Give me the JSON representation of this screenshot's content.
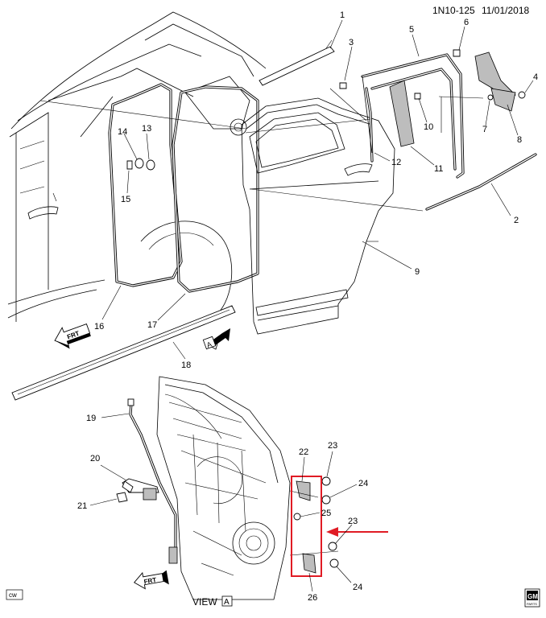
{
  "header": {
    "code": "1N10-125",
    "date": "11/01/2018"
  },
  "callouts": [
    "1",
    "2",
    "3",
    "4",
    "5",
    "6",
    "7",
    "8",
    "9",
    "10",
    "11",
    "12",
    "13",
    "14",
    "15",
    "16",
    "17",
    "18",
    "19",
    "20",
    "21",
    "22",
    "23",
    "23",
    "24",
    "24",
    "25",
    "26"
  ],
  "view_label": {
    "prefix": "VIEW",
    "letter": "A"
  },
  "view_marker_letter": "A",
  "frt_label": "FRT",
  "gm_badge": {
    "text": "GM",
    "subtext": "PARTS"
  },
  "cw_tag": "cw",
  "colors": {
    "highlight": "#e01b24",
    "line": "#000000",
    "fill_gray": "#bdbdbd"
  },
  "icons": [
    "front-direction-arrow-icon",
    "view-a-arrow-icon",
    "highlight-arrow-icon",
    "gm-logo-icon"
  ]
}
